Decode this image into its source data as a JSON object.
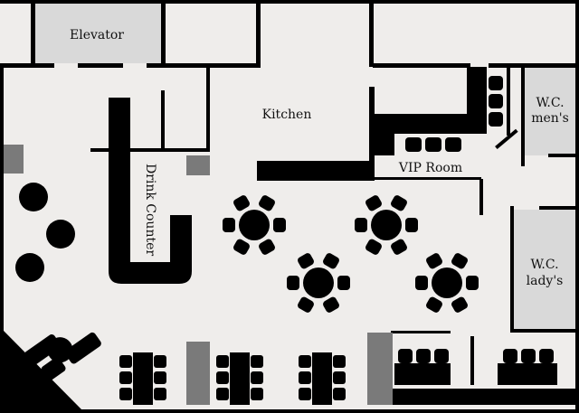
{
  "colors": {
    "background": "#ffffff",
    "floor": "#efedeb",
    "wall": "#000000",
    "restroom_fill": "#d9d9d9",
    "pillar": "#7a7a7a",
    "furniture": "#000000"
  },
  "labels": {
    "elevator": "Elevator",
    "kitchen": "Kitchen",
    "drink_counter": "Drink Counter",
    "vip_room": "VIP Room",
    "wc_men_line1": "W.C.",
    "wc_men_line2": "men's",
    "wc_lady_line1": "W.C.",
    "wc_lady_line2": "lady's"
  }
}
